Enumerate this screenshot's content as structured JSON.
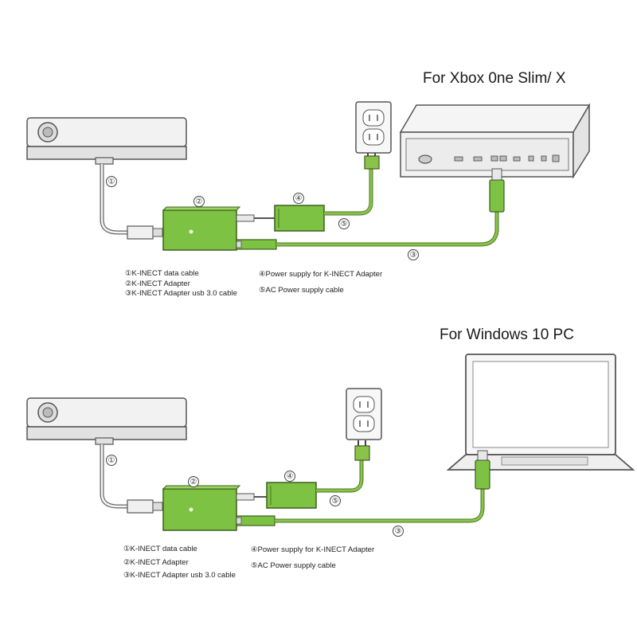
{
  "diagrams": [
    {
      "title": "For Xbox 0ne Slim/ X",
      "markers": [
        "①",
        "②",
        "③",
        "④",
        "⑤"
      ],
      "legend_left": [
        "①K-INECT data cable",
        "②K-INECT  Adapter",
        "③K-INECT Adapter usb 3.0 cable"
      ],
      "legend_right": [
        "④Power supply for K-INECT Adapter",
        "⑤AC Power supply cable"
      ]
    },
    {
      "title": "For Windows 10 PC",
      "markers": [
        "①",
        "②",
        "③",
        "④",
        "⑤"
      ],
      "legend_left": [
        "①K-INECT data cable",
        "②K-INECT  Adapter",
        "③K-INECT Adapter usb 3.0 cable"
      ],
      "legend_right": [
        "④Power supply for K-INECT Adapter",
        "⑤AC Power supply cable"
      ]
    }
  ],
  "colors": {
    "adapter_green": "#7dc242",
    "cable_green": "#8bc34a",
    "outline": "#4a4a4a",
    "device_gray": "#e6e6e6"
  }
}
